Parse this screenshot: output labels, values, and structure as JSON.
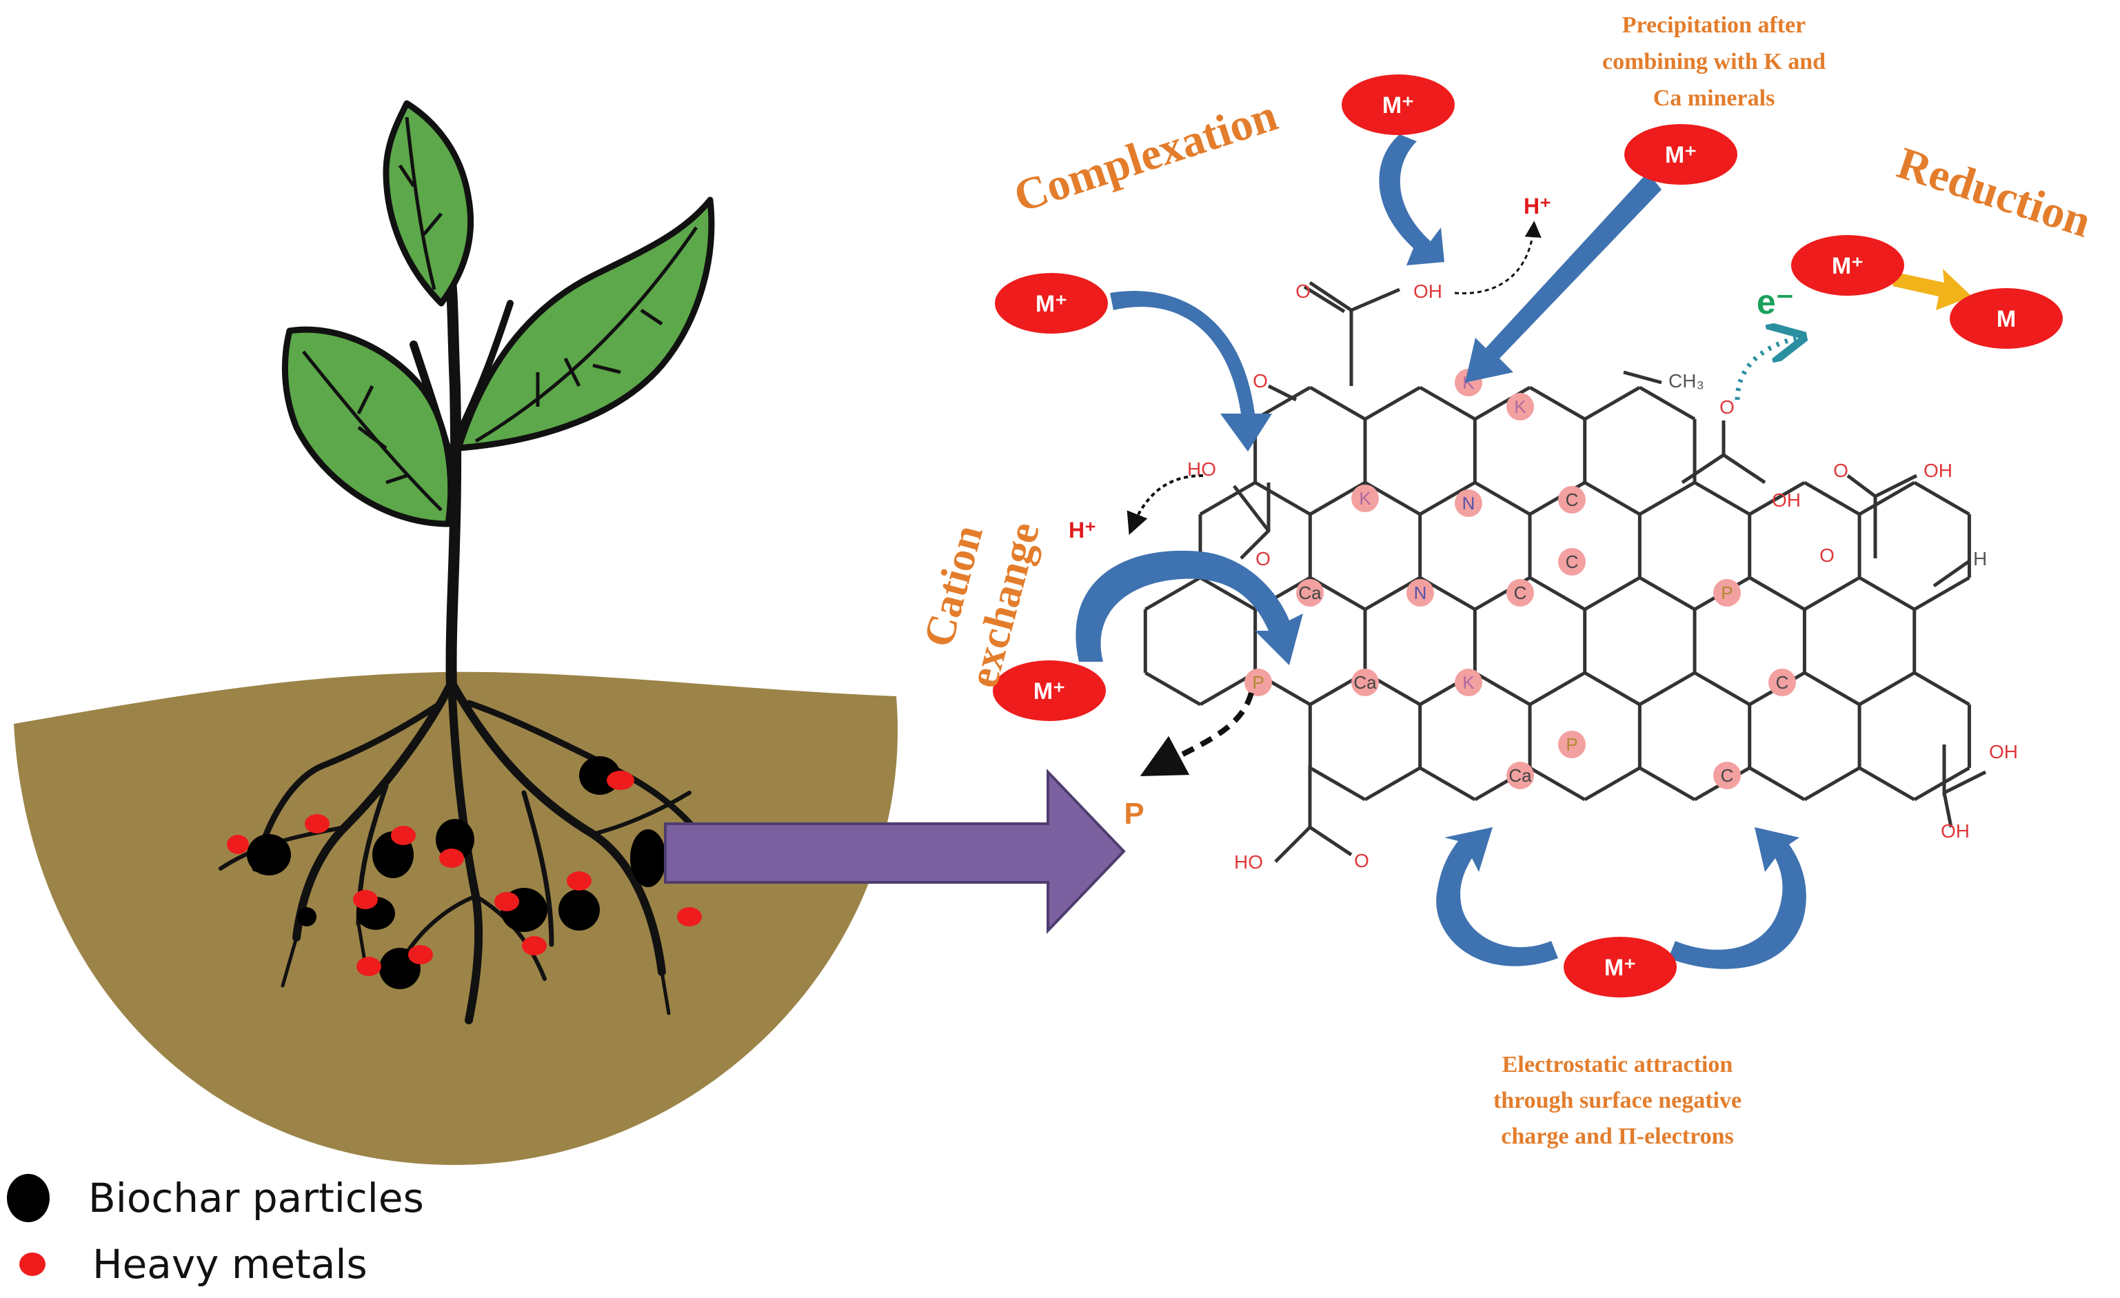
{
  "mechanisms": {
    "complexation": "Complexation",
    "precipitation": [
      "Precipitation after",
      "combining with K and",
      "Ca minerals"
    ],
    "reduction": "Reduction",
    "cation_exchange": [
      "Cation",
      "exchange"
    ],
    "electrostatic": [
      "Electrostatic attraction",
      "through surface negative",
      "charge and Π-electrons"
    ]
  },
  "ions": {
    "metal_ion": "M⁺",
    "metal": "M",
    "proton": "H⁺",
    "electron": "e⁻",
    "phosphorus": "P"
  },
  "chem_labels": {
    "oh": "OH",
    "ho": "HO",
    "o": "O",
    "h": "H",
    "k": "K",
    "ca": "Ca",
    "n": "N",
    "c": "C",
    "p": "P",
    "ch3": "CH₃"
  },
  "legend": {
    "biochar": "Biochar particles",
    "heavy_metals": "Heavy metals"
  },
  "colors": {
    "accent_orange": "#e37d2c",
    "ion_red": "#ee1c1c",
    "arrow_blue": "#3f72b0",
    "soil": "#9c8448",
    "leaf": "#5da84a",
    "big_arrow": "#7c61a0",
    "site_pink": "#f3a0a0",
    "electron_green": "#1aa05a"
  }
}
